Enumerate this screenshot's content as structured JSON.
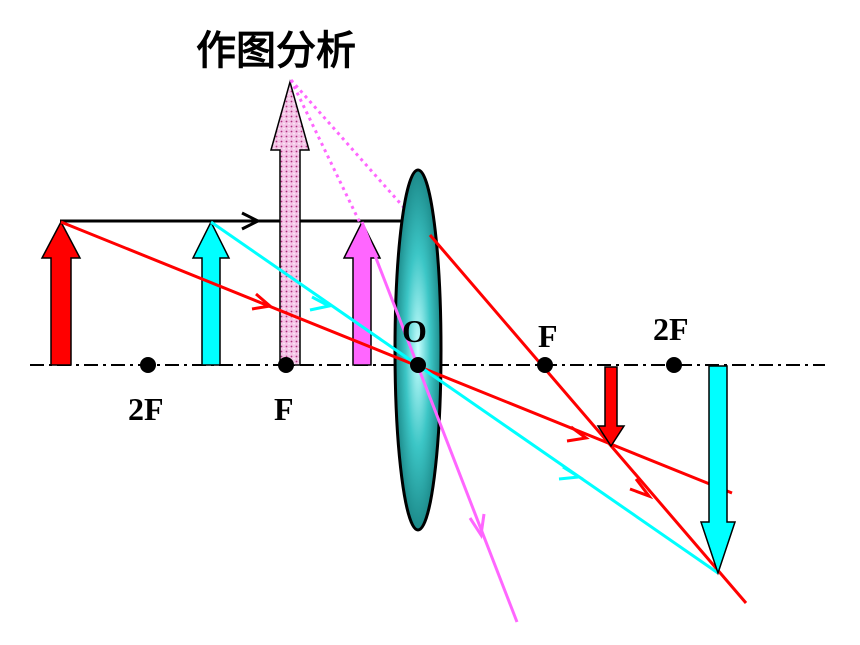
{
  "title": "作图分析",
  "labels": {
    "left_2f": "2F",
    "left_f": "F",
    "center_o": "O",
    "right_f": "F",
    "right_2f": "2F"
  },
  "colors": {
    "red": "#ff0000",
    "cyan": "#00ffff",
    "magenta": "#ff66ff",
    "pink_fill": "#f5c6e8",
    "lens": "#3cc6c6",
    "lens_dark": "#0b5d5d",
    "axis": "#000000"
  }
}
